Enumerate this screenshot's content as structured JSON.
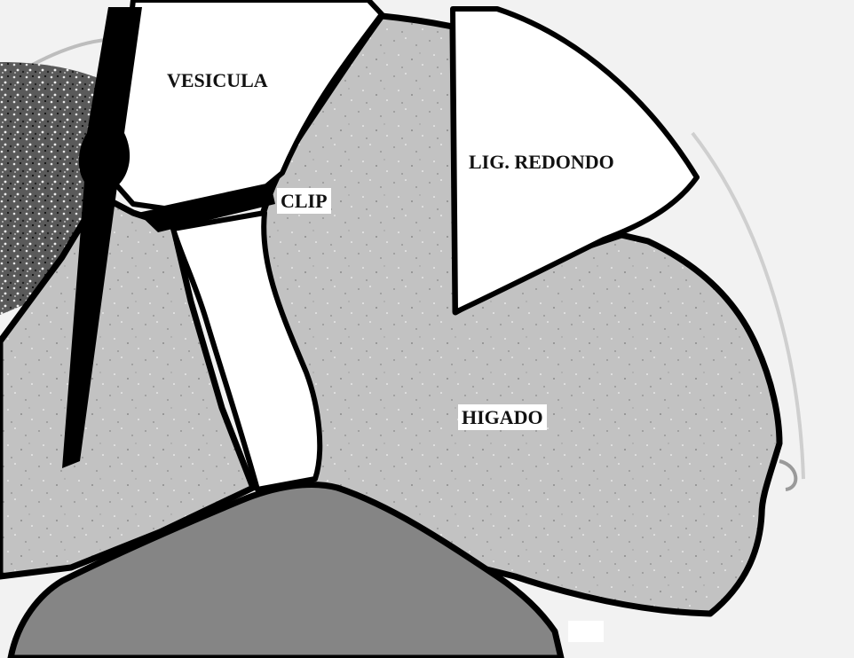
{
  "labels": {
    "vesicula": "VESICULA",
    "ligamento": "LIG. REDONDO",
    "clip": "CLIP",
    "higado": "HIGADO"
  },
  "colors": {
    "background": "#f2f2f2",
    "liver": "#c2c2c2",
    "gallbladder": "#ffffff",
    "ligament": "#ffffff",
    "duct": "#ffffff",
    "lower_organ": "#858585",
    "outline": "#000000",
    "instrument": "#000000"
  }
}
